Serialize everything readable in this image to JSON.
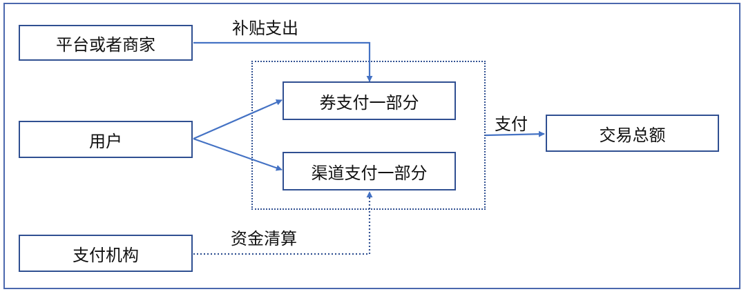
{
  "nodes": {
    "platform": "平台或者商家",
    "user": "用户",
    "payment_org": "支付机构",
    "coupon_pay": "券支付一部分",
    "channel_pay": "渠道支付一部分",
    "total": "交易总额"
  },
  "edge_labels": {
    "subsidy": "补贴支出",
    "pay": "支付",
    "clearing": "资金清算"
  },
  "colors": {
    "box_border": "#2f4f91",
    "arrow": "#4472c4",
    "frame": "#4a67ad"
  }
}
